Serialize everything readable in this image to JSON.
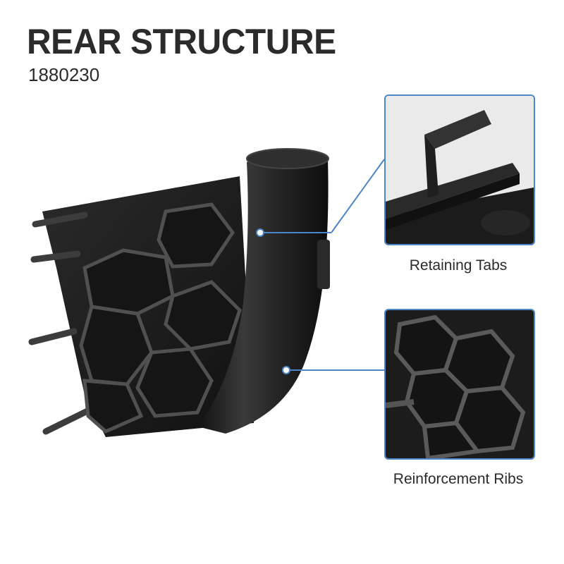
{
  "header": {
    "title": "REAR STRUCTURE",
    "part_number": "1880230"
  },
  "callouts": [
    {
      "label": "Retaining Tabs",
      "icon": "retaining-tabs-closeup"
    },
    {
      "label": "Reinforcement Ribs",
      "icon": "reinforcement-ribs-closeup"
    }
  ],
  "colors": {
    "accent": "#4a86c8",
    "text": "#2b2b2b",
    "plastic": "#1c1c1c"
  }
}
